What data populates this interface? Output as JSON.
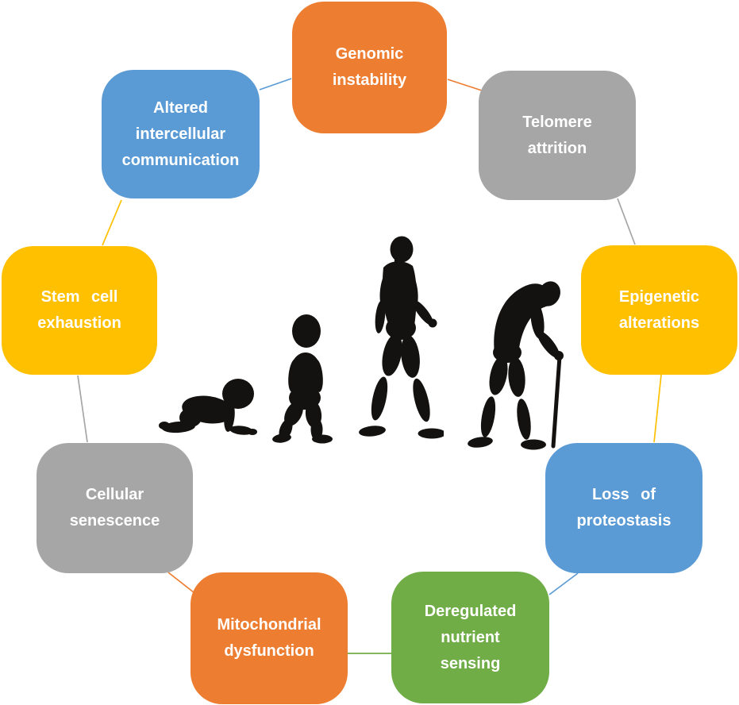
{
  "nodes": [
    {
      "id": "genomic-instability",
      "lines": [
        "Genomic",
        "instability"
      ],
      "color": "#ED7D31"
    },
    {
      "id": "telomere-attrition",
      "lines": [
        "Telomere",
        "attrition"
      ],
      "color": "#A6A6A6"
    },
    {
      "id": "epigenetic-alterations",
      "lines": [
        "Epigenetic",
        "alterations"
      ],
      "color": "#FFC000"
    },
    {
      "id": "loss-of-proteostasis",
      "lines": [
        "Loss of",
        "proteostasis"
      ],
      "color": "#5B9BD5"
    },
    {
      "id": "deregulated-nutrient-sensing",
      "lines": [
        "Deregulated",
        "nutrient",
        "sensing"
      ],
      "color": "#70AD47"
    },
    {
      "id": "mitochondrial-dysfunction",
      "lines": [
        "Mitochondrial",
        "dysfunction"
      ],
      "color": "#ED7D31"
    },
    {
      "id": "cellular-senescence",
      "lines": [
        "Cellular",
        "senescence"
      ],
      "color": "#A6A6A6"
    },
    {
      "id": "stem-cell-exhaustion",
      "lines": [
        "Stem cell",
        "exhaustion"
      ],
      "color": "#FFC000"
    },
    {
      "id": "altered-intercellular-communication",
      "lines": [
        "Altered",
        "intercellular",
        "communication"
      ],
      "color": "#5B9BD5"
    }
  ],
  "center_illustration": {
    "figures": [
      "crawling-baby",
      "walking-toddler",
      "walking-adult",
      "elderly-man-with-cane"
    ],
    "color": "#141210"
  },
  "text_color": "#FFFFFF",
  "background_color": "#FFFFFF"
}
